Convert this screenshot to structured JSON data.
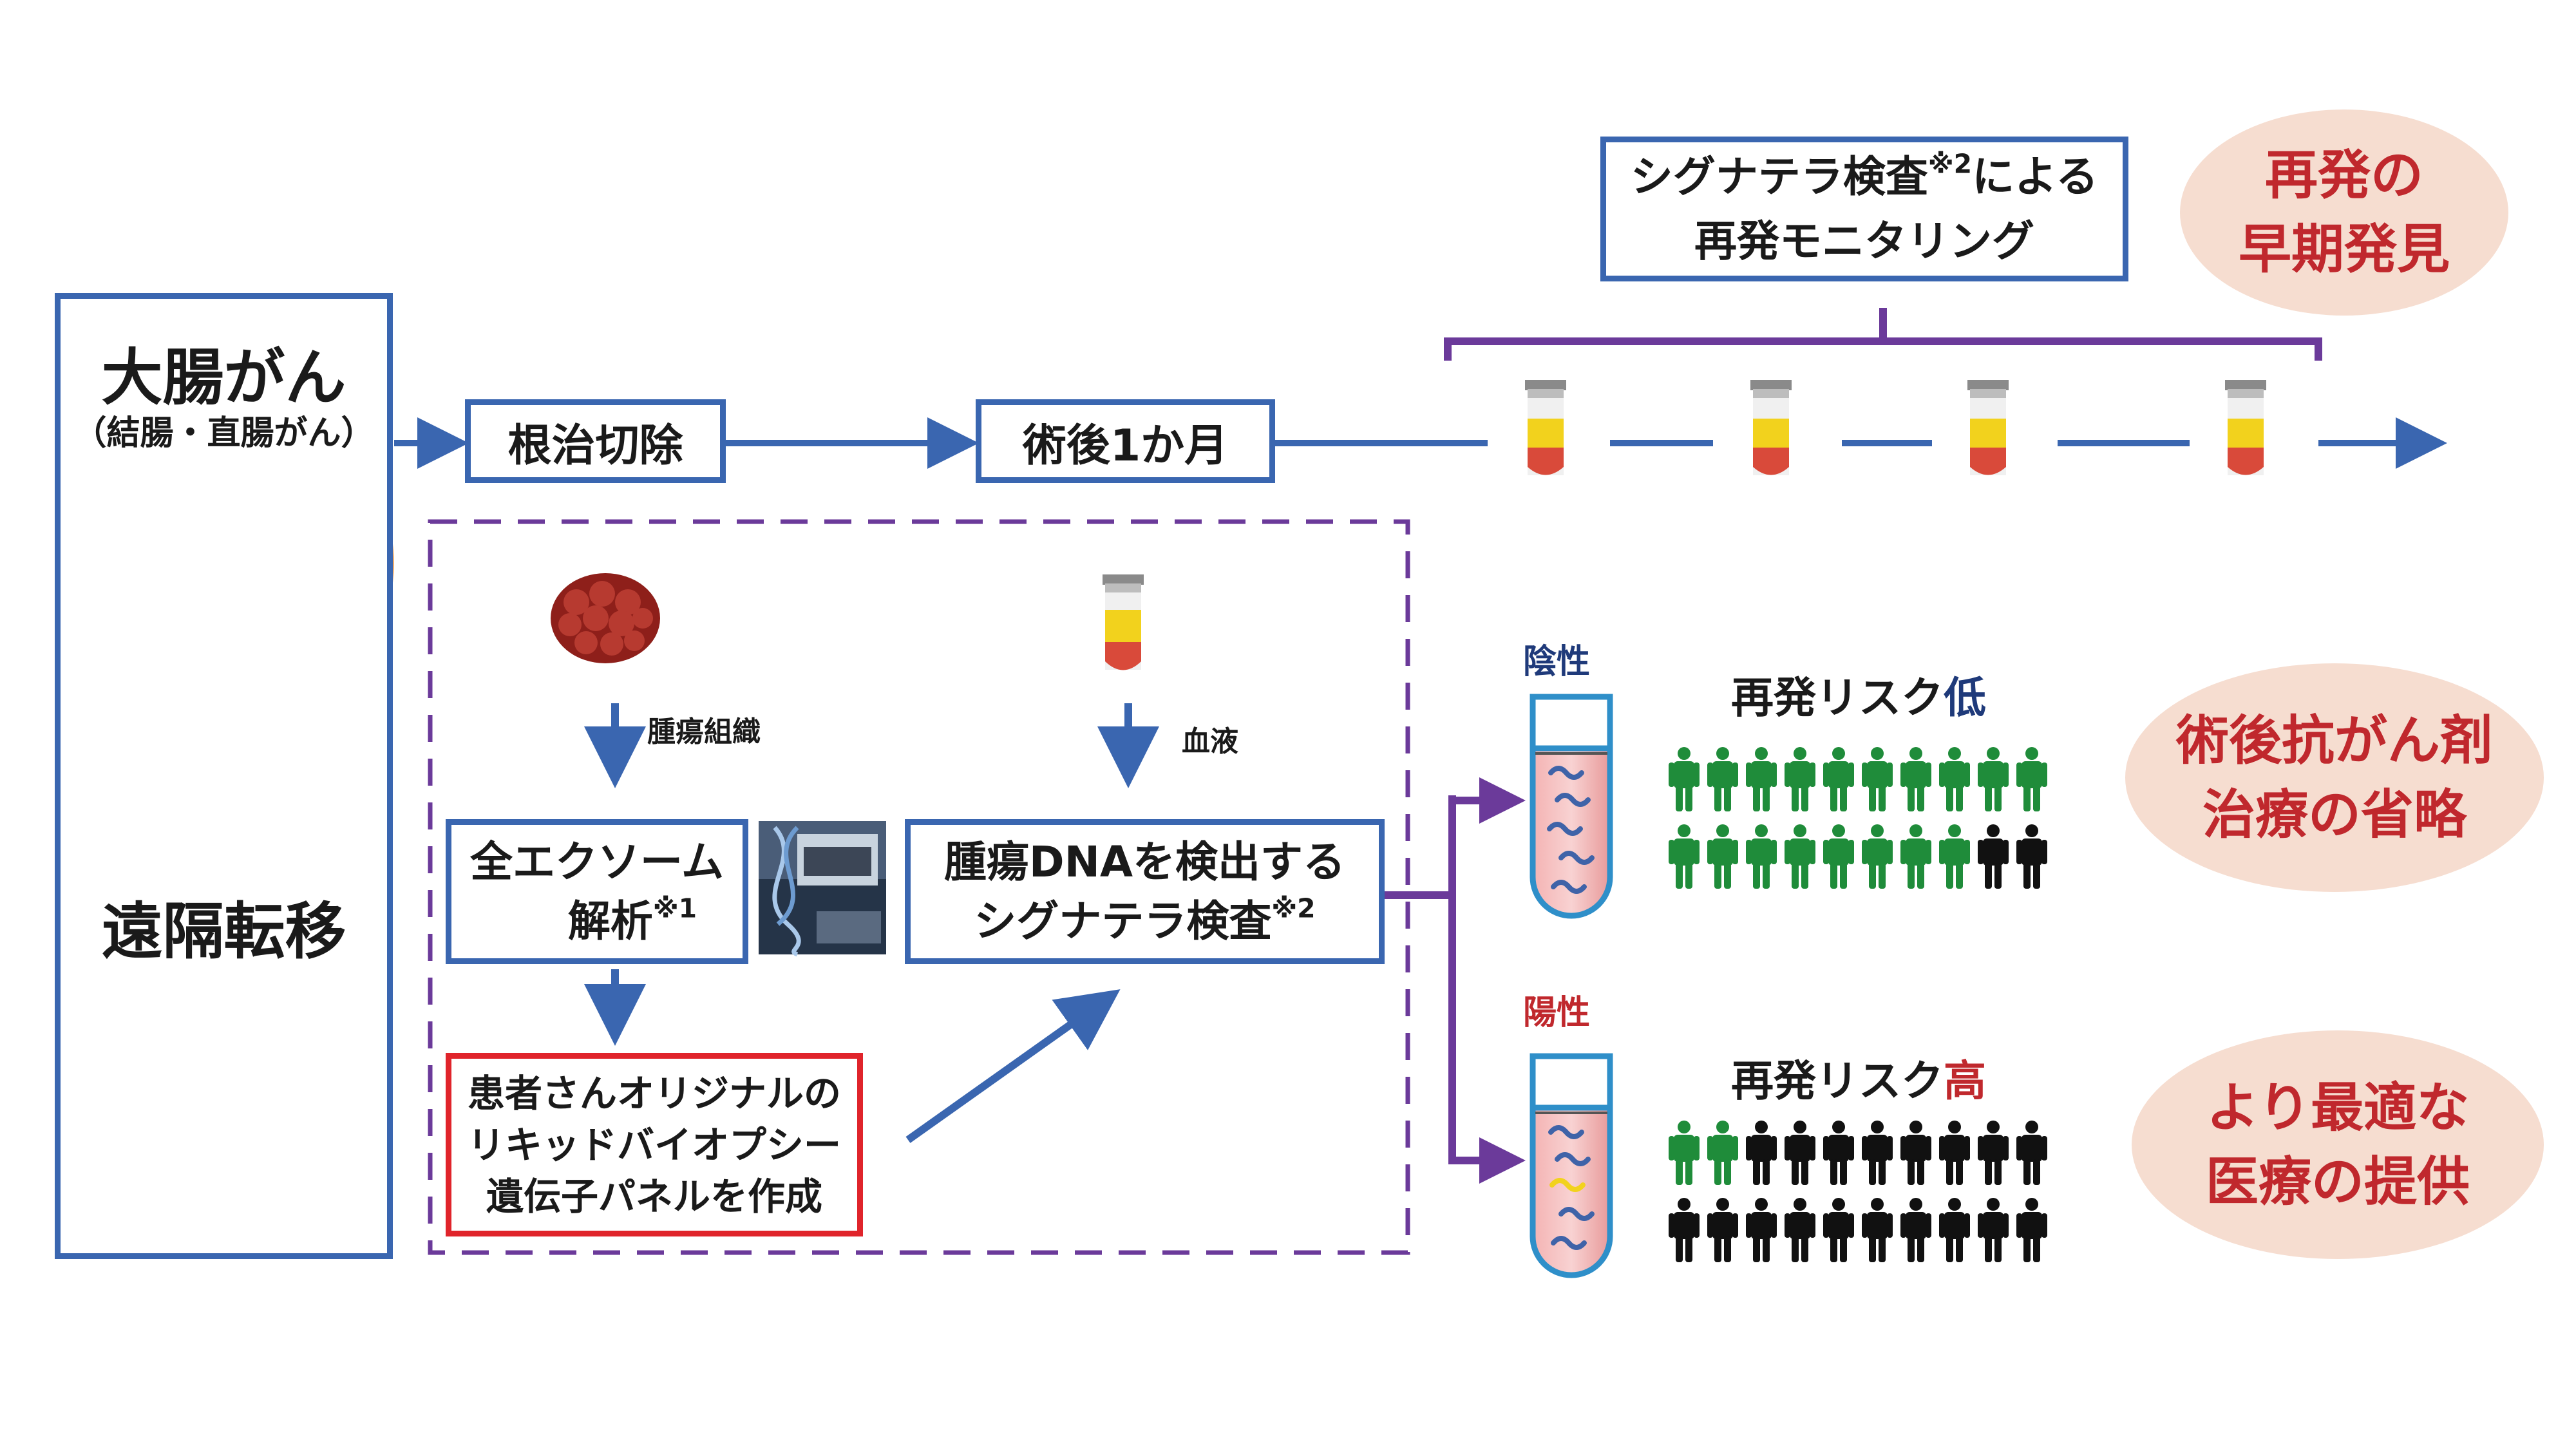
{
  "left_panel": {
    "title": "大腸がん",
    "subtitle": "（結腸・直腸がん）",
    "metastasis": "遠隔転移"
  },
  "flow": {
    "resection": "根治切除",
    "postop": "術後1か月"
  },
  "monitoring": {
    "line1_a": "シグナテラ検査",
    "line1_sup": "※2",
    "line1_b": "による",
    "line2": "再発モニタリング"
  },
  "process": {
    "tumor_tissue": "腫瘍組織",
    "blood": "血液",
    "wes_line1": "全エクソーム",
    "wes_line2": "解析",
    "wes_sup": "※1",
    "panel_line1": "患者さんオリジナルの",
    "panel_line2": "リキッドバイオプシー",
    "panel_line3": "遺伝子パネルを作成",
    "ctdna_line1": "腫瘍DNAを検出する",
    "ctdna_line2": "シグナテラ検査",
    "ctdna_sup": "※2"
  },
  "results": {
    "negative_label": "陰性",
    "negative_risk_prefix": "再発リスク",
    "negative_risk_level": "低",
    "positive_label": "陽性",
    "positive_risk_prefix": "再発リスク",
    "positive_risk_level": "高"
  },
  "outcomes": {
    "early_line1": "再発の",
    "early_line2": "早期発見",
    "omit_line1": "術後抗がん剤",
    "omit_line2": "治療の省略",
    "optimal_line1": "より最適な",
    "optimal_line2": "医療の提供"
  },
  "colors": {
    "blue": "#3a66b0",
    "purple": "#6b3a9a",
    "red_accent": "#c0282d",
    "green_person": "#1f8c3a",
    "navy_label": "#1f3a7a"
  },
  "person_grids": {
    "low_risk": {
      "total": 20,
      "green": 18,
      "black": 2
    },
    "high_risk": {
      "total": 20,
      "green": 2,
      "black": 18
    }
  }
}
